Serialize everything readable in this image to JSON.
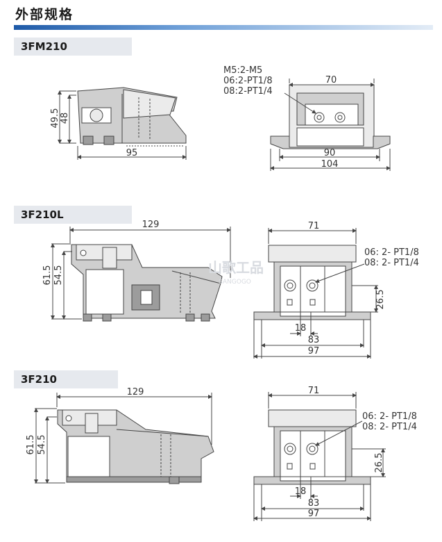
{
  "header": {
    "title": "外部规格"
  },
  "models": [
    {
      "name": "3FM210",
      "side": {
        "length": "95",
        "height_total": "49.5",
        "height_body": "48"
      },
      "front": {
        "width_top": "70",
        "width_mid": "90",
        "width_base": "104",
        "notes": [
          "M5:2-M5",
          "06:2-PT1/8",
          "08:2-PT1/4"
        ]
      }
    },
    {
      "name": "3F210L",
      "side": {
        "length": "129",
        "height_total": "61.5",
        "height_body": "54.5"
      },
      "front": {
        "width_top": "71",
        "width_port": "18",
        "width_mid": "83",
        "width_base": "97",
        "height_port": "26.5",
        "notes": [
          "06: 2- PT1/8",
          "08: 2- PT1/4"
        ]
      }
    },
    {
      "name": "3F210",
      "side": {
        "length": "129",
        "height_total": "61.5",
        "height_body": "54.5"
      },
      "front": {
        "width_top": "71",
        "width_port": "18",
        "width_mid": "83",
        "width_base": "97",
        "height_port": "26.5",
        "notes": [
          "06: 2- PT1/8",
          "08: 2- PT1/4"
        ]
      }
    }
  ],
  "watermark": {
    "text": "山歌工品",
    "sub": "SANGOGO"
  }
}
